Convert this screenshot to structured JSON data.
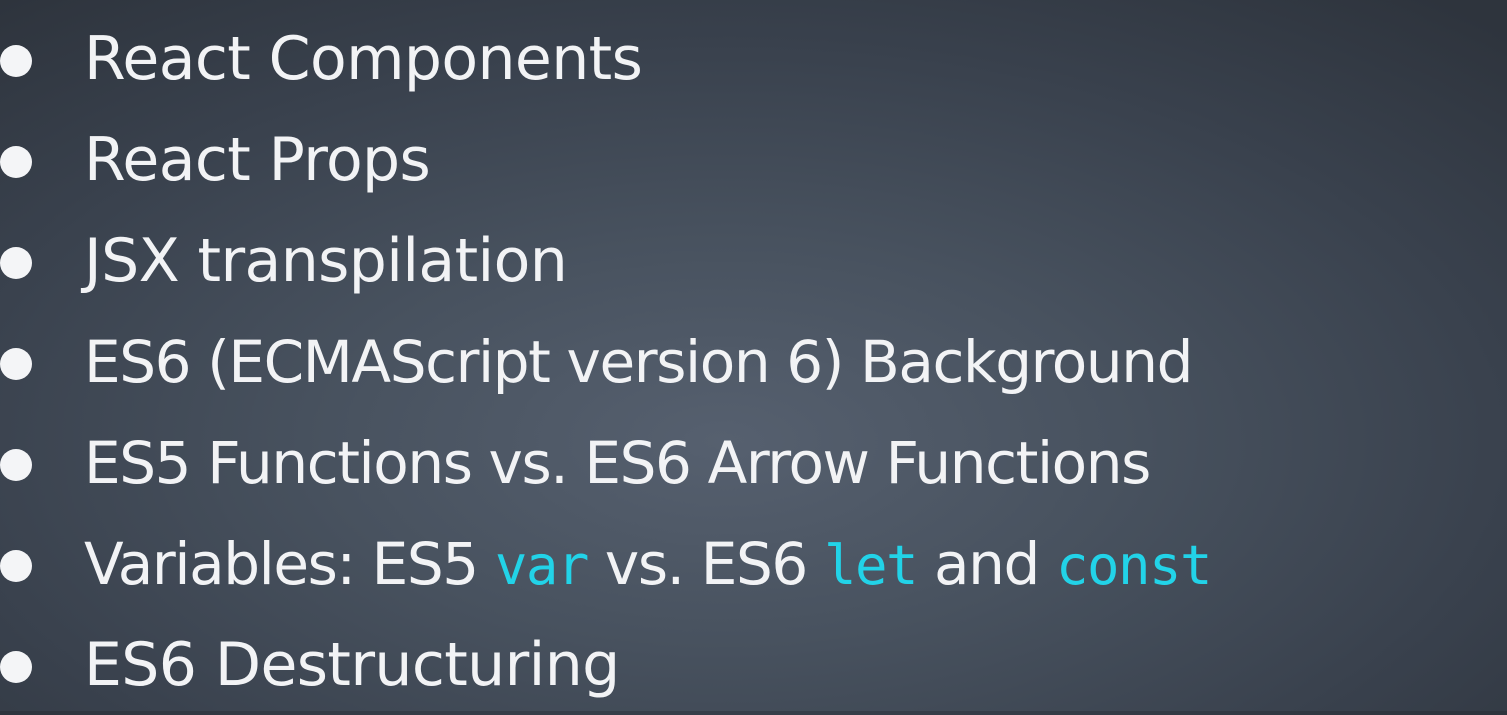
{
  "slide": {
    "bullets": [
      {
        "text": "React Components"
      },
      {
        "text": "React Props"
      },
      {
        "text": "JSX transpilation"
      },
      {
        "text": "ES6 (ECMAScript version 6) Background"
      },
      {
        "text": "ES5 Functions vs. ES6 Arrow Functions"
      },
      {
        "part1": "Variables: ES5 ",
        "code1": "var",
        "part2": " vs. ES6 ",
        "code2": "let",
        "part3": " and ",
        "code3": "const"
      },
      {
        "text": "ES6 Destructuring"
      }
    ],
    "colors": {
      "text": "#f2f3f5",
      "code_accent": "#22d3e8",
      "background": "#434c59"
    }
  }
}
